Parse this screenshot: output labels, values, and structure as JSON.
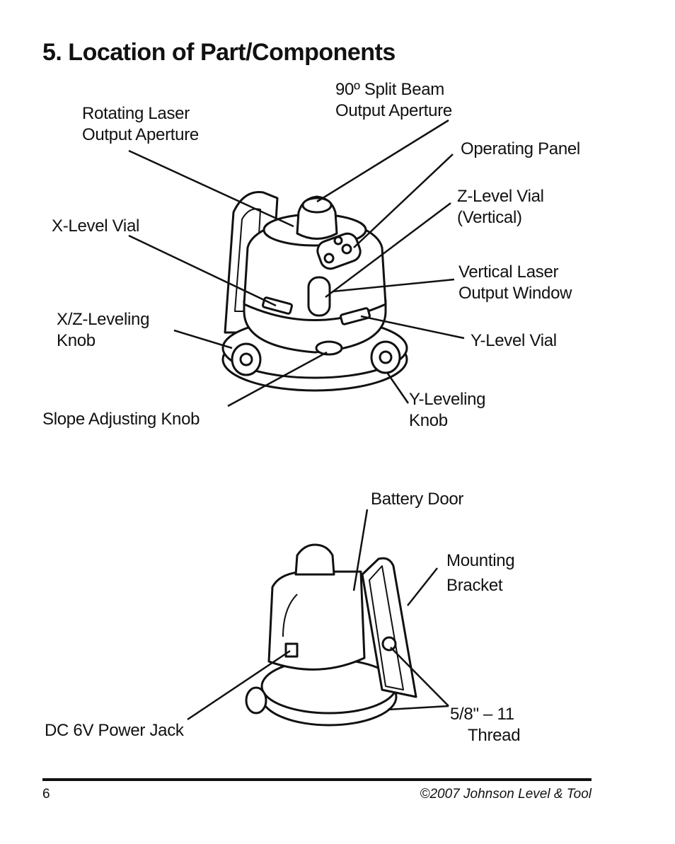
{
  "page": {
    "title": "5. Location of Part/Components",
    "page_number": "6",
    "copyright": "©2007 Johnson Level & Tool"
  },
  "figure_top": {
    "labels": {
      "split_beam": "90º Split Beam\nOutput Aperture",
      "rotating_laser": "Rotating Laser\nOutput Aperture",
      "operating_panel": "Operating Panel",
      "z_level_vial": "Z-Level Vial\n(Vertical)",
      "x_level_vial": "X-Level Vial",
      "vertical_laser_window": "Vertical Laser\nOutput Window",
      "xz_leveling_knob": "X/Z-Leveling\nKnob",
      "y_level_vial": "Y-Level Vial",
      "y_leveling_knob": "Y-Leveling\nKnob",
      "slope_adjusting_knob": "Slope Adjusting Knob"
    }
  },
  "figure_bottom": {
    "labels": {
      "battery_door": "Battery Door",
      "mounting_bracket": "Mounting\nBracket",
      "dc_power_jack": "DC 6V Power Jack",
      "thread": "5/8\" – 11\n    Thread"
    }
  },
  "colors": {
    "ink": "#111111",
    "paper": "#ffffff"
  },
  "icons": [
    "rotary-laser-front-drawing",
    "rotary-laser-rear-drawing"
  ]
}
